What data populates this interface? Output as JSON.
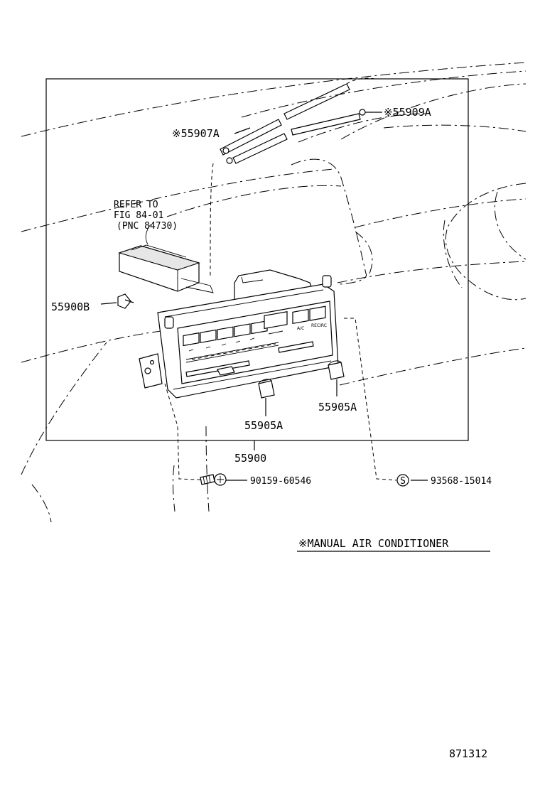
{
  "callouts": {
    "cable_907": "※55907A",
    "cable_909": "※55909A",
    "refer_line1": "REFER TO",
    "refer_line2": "FIG 84-01",
    "refer_line3": "(PNC 84730)",
    "bulb": "55900B",
    "knob_center": "55905A",
    "knob_right": "55905A",
    "control_assy": "55900",
    "screw": "90159-60546",
    "clip_symbol": "S",
    "clip": "93568-15014"
  },
  "panel_markings": {
    "ac": "A/C",
    "recirc": "RECIRC"
  },
  "note": "※MANUAL AIR CONDITIONER",
  "figure_number": "871312"
}
